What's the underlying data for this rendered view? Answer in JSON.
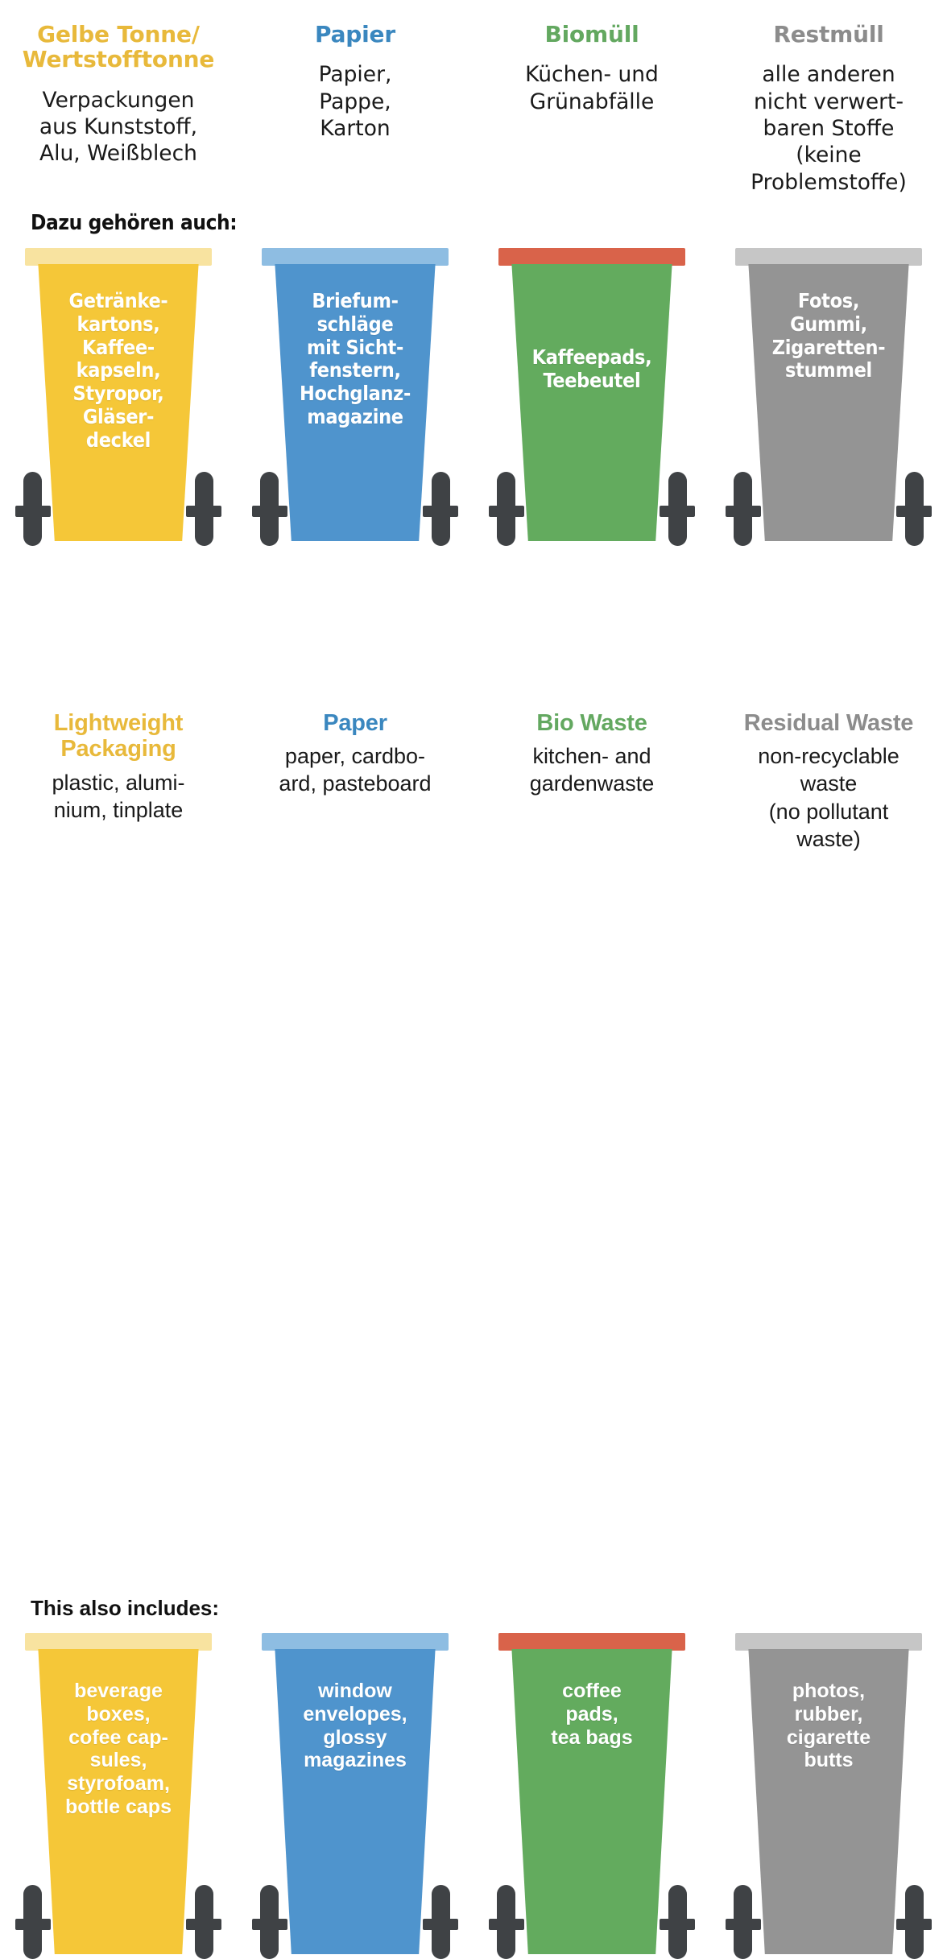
{
  "german": {
    "also_label": "Dazu gehören auch:",
    "categories": [
      {
        "title": "Gelbe Tonne/\nWertstofftonne",
        "title_color": "#e8b93b",
        "description": "Verpackungen\naus Kunststoff,\nAlu, Weißblech",
        "bin_label": "Getränke-\nkartons,\nKaffee-\nkapseln,\nStyropor,\nGläser-\ndeckel",
        "bin_body_color": "#f5c738",
        "bin_lid_color": "#f8e3a0",
        "bin_label_short": false
      },
      {
        "title": "Papier",
        "title_color": "#3a87bf",
        "description": "Papier,\nPappe,\nKarton",
        "bin_label": "Briefum-\nschläge\nmit Sicht-\nfenstern,\nHochglanz-\nmagazine",
        "bin_body_color": "#4f94cd",
        "bin_lid_color": "#8ebde2",
        "bin_label_short": false
      },
      {
        "title": "Biomüll",
        "title_color": "#63a860",
        "description": "Küchen- und\nGrünabfälle",
        "bin_label": "Kaffeepads,\nTeebeutel",
        "bin_body_color": "#63ab5e",
        "bin_lid_color": "#d9634a",
        "bin_label_short": true
      },
      {
        "title": "Restmüll",
        "title_color": "#8c8c8c",
        "description": "alle anderen\nnicht verwert-\nbaren Stoffe\n(keine\nProblemstoffe)",
        "bin_label": "Fotos,\nGummi,\nZigaretten-\nstummel",
        "bin_body_color": "#949494",
        "bin_lid_color": "#c6c6c6",
        "bin_label_short": false
      }
    ]
  },
  "english": {
    "also_label": "This also includes:",
    "categories": [
      {
        "title": "Lightweight\nPackaging",
        "title_color": "#e8b93b",
        "description": "plastic, alumi-\nnium, tinplate",
        "bin_label": "beverage\nboxes,\ncofee cap-\nsules,\nstyrofoam,\nbottle caps",
        "bin_body_color": "#f5c738",
        "bin_lid_color": "#f8e3a0",
        "bin_label_short": false
      },
      {
        "title": "Paper",
        "title_color": "#3a87bf",
        "description": "paper, cardbo-\nard, pasteboard",
        "bin_label": "window\nenvelopes,\nglossy\nmagazines",
        "bin_body_color": "#4f94cd",
        "bin_lid_color": "#8ebde2",
        "bin_label_short": false
      },
      {
        "title": "Bio Waste",
        "title_color": "#63a860",
        "description": "kitchen- and\ngardenwaste",
        "bin_label": "coffee\npads,\ntea bags",
        "bin_body_color": "#63ab5e",
        "bin_lid_color": "#d9634a",
        "bin_label_short": false
      },
      {
        "title": "Residual\nWaste",
        "title_color": "#8c8c8c",
        "description": "non-recyclable\nwaste\n(no pollutant\nwaste)",
        "bin_label": "photos,\nrubber,\ncigarette\nbutts",
        "bin_body_color": "#949494",
        "bin_lid_color": "#c6c6c6",
        "bin_label_short": false
      }
    ]
  },
  "colors": {
    "yellow": "#f5c738",
    "blue": "#4f94cd",
    "green": "#63ab5e",
    "gray": "#949494",
    "red_lid": "#d9634a",
    "wheel": "#3f4245",
    "background": "#ffffff"
  }
}
